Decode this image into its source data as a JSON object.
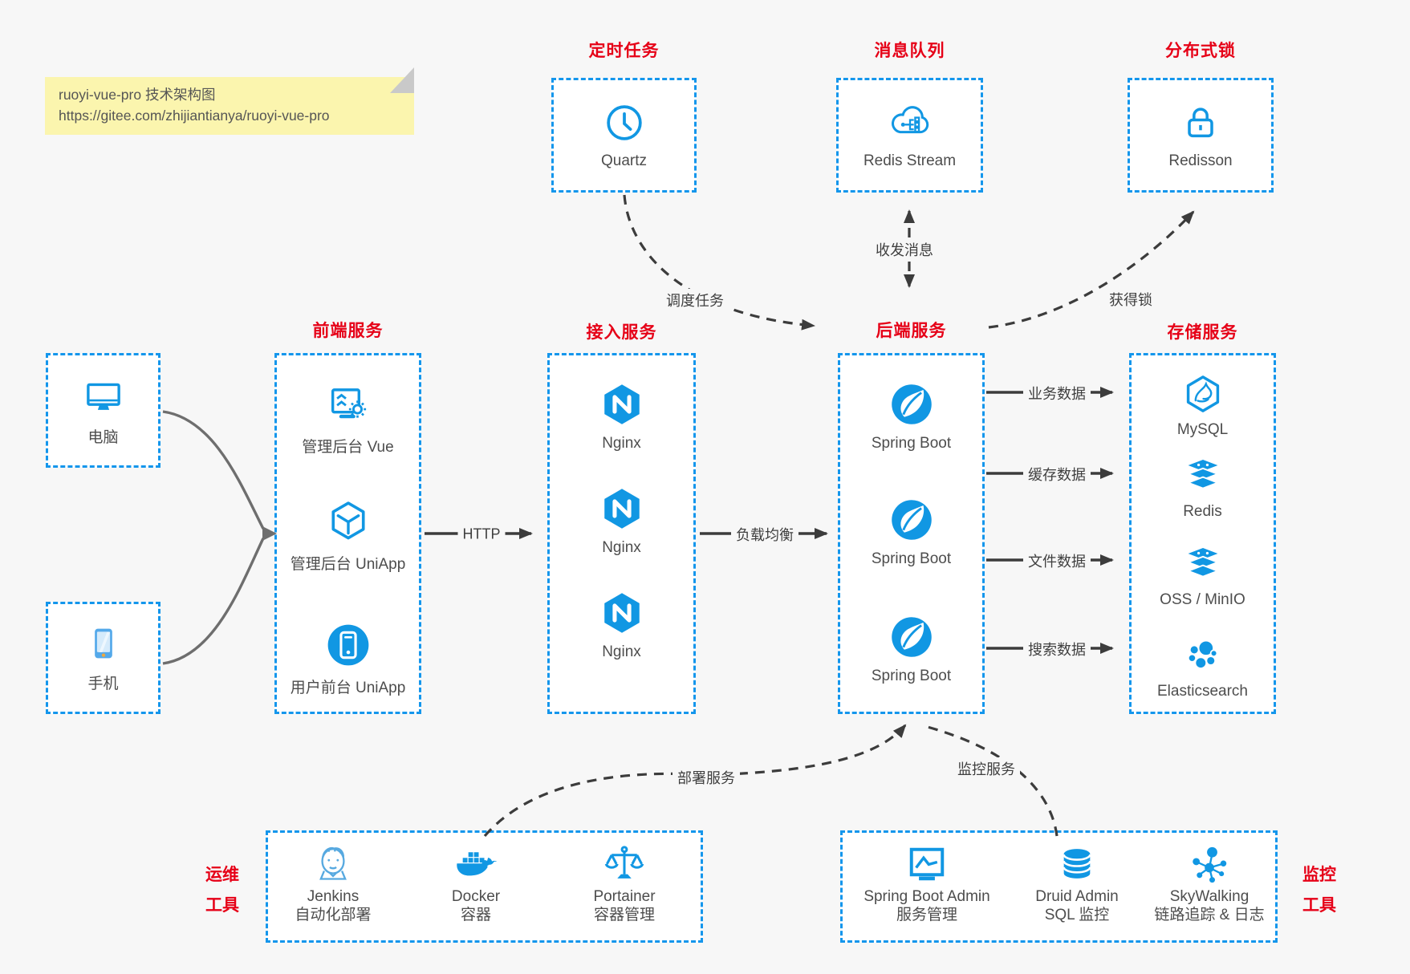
{
  "note": {
    "title": "ruoyi-vue-pro 技术架构图",
    "url": "https://gitee.com/zhijiantianya/ruoyi-vue-pro"
  },
  "colors": {
    "canvas_bg": "#f7f7f7",
    "box_border_blue": "#1496ec",
    "icon_blue": "#1197e3",
    "title_red": "#e60017",
    "arrow_dark": "#3c3c3c",
    "arrow_gray": "#6e6e6e",
    "note_bg": "#fbf5ae"
  },
  "groups": {
    "scheduled_job": {
      "title": "定时任务",
      "node": {
        "label": "Quartz",
        "icon": "clock-icon"
      }
    },
    "message_queue": {
      "title": "消息队列",
      "node": {
        "label": "Redis Stream",
        "icon": "cloud-network-icon"
      }
    },
    "distributed_lock": {
      "title": "分布式锁",
      "node": {
        "label": "Redisson",
        "icon": "lock-icon"
      }
    },
    "clients": {
      "pc": {
        "label": "电脑",
        "icon": "desktop-icon"
      },
      "mobile": {
        "label": "手机",
        "icon": "smartphone-icon"
      }
    },
    "frontend": {
      "title": "前端服务",
      "items": [
        {
          "label": "管理后台 Vue",
          "icon": "admin-vue-icon"
        },
        {
          "label": "管理后台 UniApp",
          "icon": "uniapp-hexagon-icon"
        },
        {
          "label": "用户前台 UniApp",
          "icon": "user-app-icon"
        }
      ]
    },
    "gateway": {
      "title": "接入服务",
      "items": [
        {
          "label": "Nginx",
          "icon": "nginx-icon"
        },
        {
          "label": "Nginx",
          "icon": "nginx-icon"
        },
        {
          "label": "Nginx",
          "icon": "nginx-icon"
        }
      ]
    },
    "backend": {
      "title": "后端服务",
      "items": [
        {
          "label": "Spring Boot",
          "icon": "spring-icon"
        },
        {
          "label": "Spring Boot",
          "icon": "spring-icon"
        },
        {
          "label": "Spring Boot",
          "icon": "spring-icon"
        }
      ]
    },
    "storage": {
      "title": "存储服务",
      "items": [
        {
          "label": "MySQL",
          "icon": "mysql-icon"
        },
        {
          "label": "Redis",
          "icon": "redis-icon"
        },
        {
          "label": "OSS / MinIO",
          "icon": "oss-icon"
        },
        {
          "label": "Elasticsearch",
          "icon": "elasticsearch-icon"
        }
      ]
    },
    "ops_tools": {
      "title_top": "运维",
      "title_bottom": "工具",
      "items": [
        {
          "label": "Jenkins",
          "sub": "自动化部署",
          "icon": "jenkins-icon"
        },
        {
          "label": "Docker",
          "sub": "容器",
          "icon": "docker-icon"
        },
        {
          "label": "Portainer",
          "sub": "容器管理",
          "icon": "portainer-icon"
        }
      ]
    },
    "monitor_tools": {
      "title_top": "监控",
      "title_bottom": "工具",
      "items": [
        {
          "label": "Spring Boot Admin",
          "sub": "服务管理",
          "icon": "spring-admin-icon"
        },
        {
          "label": "Druid Admin",
          "sub": "SQL 监控",
          "icon": "druid-icon"
        },
        {
          "label": "SkyWalking",
          "sub": "链路追踪 & 日志",
          "icon": "skywalking-icon"
        }
      ]
    }
  },
  "edges": {
    "http": "HTTP",
    "load_balance": "负载均衡",
    "business_data": "业务数据",
    "cache_data": "缓存数据",
    "file_data": "文件数据",
    "search_data": "搜索数据",
    "schedule_task": "调度任务",
    "send_receive_message": "收发消息",
    "acquire_lock": "获得锁",
    "deploy_service": "部署服务",
    "monitor_service": "监控服务"
  }
}
